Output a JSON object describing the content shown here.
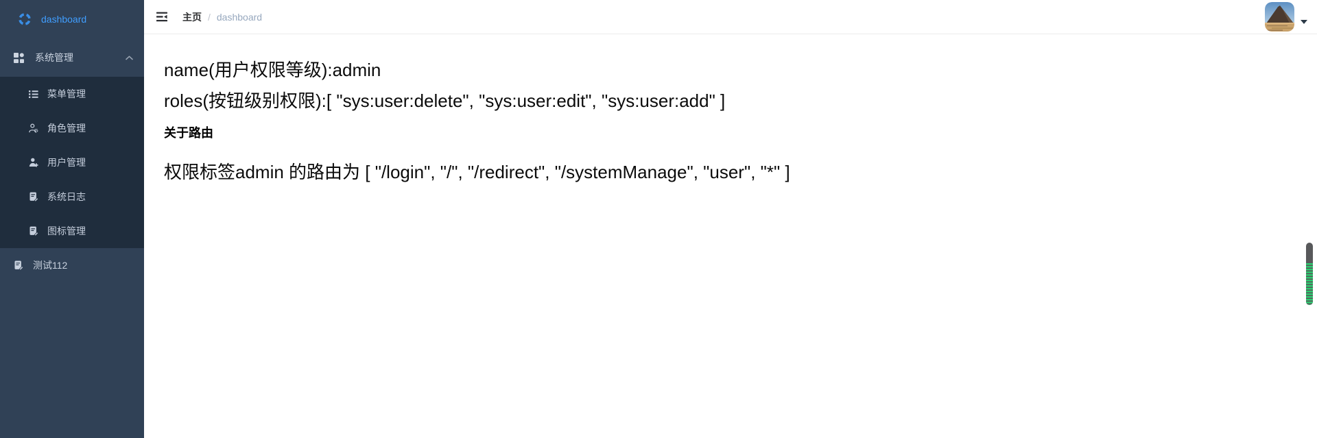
{
  "sidebar": {
    "dashboard_item": {
      "label": "dashboard"
    },
    "system_group": {
      "label": "系统管理",
      "children": [
        {
          "label": "菜单管理"
        },
        {
          "label": "角色管理"
        },
        {
          "label": "用户管理"
        },
        {
          "label": "系统日志"
        },
        {
          "label": "图标管理"
        }
      ]
    },
    "test_item": {
      "label": "测试112"
    }
  },
  "header": {
    "breadcrumb": {
      "home": "主页",
      "separator": "/",
      "current": "dashboard"
    }
  },
  "main": {
    "name_line": "name(用户权限等级):admin",
    "roles_line": "roles(按钮级别权限):[ \"sys:user:delete\", \"sys:user:edit\", \"sys:user:add\" ]",
    "route_heading": "关于路由",
    "route_line": "权限标签admin 的路由为 [ \"/login\", \"/\", \"/redirect\", \"/systemManage\", \"user\", \"*\" ]"
  },
  "colors": {
    "sidebar_bg": "#304156",
    "submenu_bg": "#1f2d3d",
    "accent_blue": "#409eff",
    "breadcrumb_muted": "#97a8be",
    "scroll_green": "#2ecb71"
  }
}
